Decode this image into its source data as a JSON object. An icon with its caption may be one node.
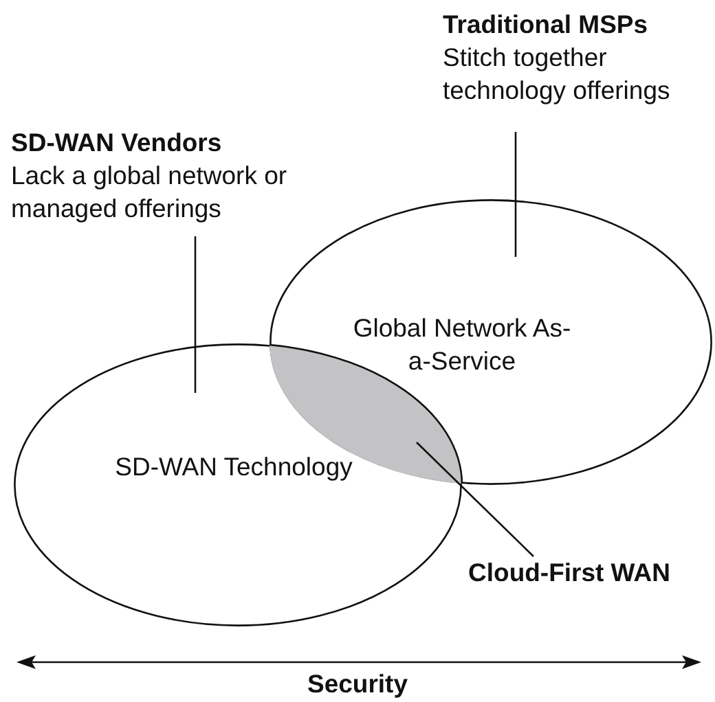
{
  "diagram": {
    "nodes": [
      {
        "text": [
          "SD-WAN Vendors",
          "Lack a global network or managed offerings"
        ]
      },
      {
        "text": [
          "Traditional MSPs",
          "Stitch together technology offerings"
        ]
      },
      {
        "text": [
          "SD-WAN Technology"
        ]
      },
      {
        "text": [
          "Global Network As- a-Service"
        ]
      },
      {
        "text": [
          "Cloud-First WAN"
        ]
      },
      {
        "text": [],
        "shape": "lens"
      }
    ],
    "edges": [
      {
        "from": 0,
        "to": 2,
        "arrow": "none"
      },
      {
        "from": 1,
        "to": 3,
        "arrow": "none"
      },
      {
        "from": 4,
        "to": 5,
        "arrow": "none"
      }
    ],
    "labels": [
      "Security"
    ]
  }
}
